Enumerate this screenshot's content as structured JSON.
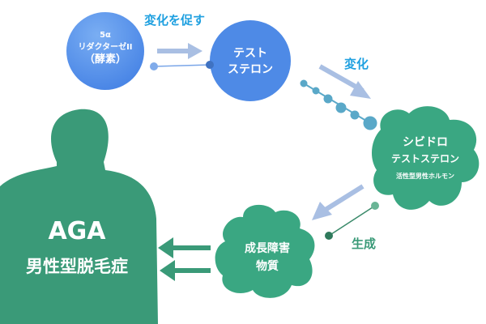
{
  "enzyme": {
    "line1": "5α",
    "line2": "リダクターゼII",
    "line3": "（酵素）"
  },
  "testosterone": {
    "line1": "テスト",
    "line2": "ステロン"
  },
  "dht": {
    "line1": "シビドロ",
    "line2": "テストステロン",
    "line3": "活性型男性ホルモン"
  },
  "inhibitor": {
    "line1": "成長障害",
    "line2": "物質"
  },
  "labels": {
    "promote": "変化を促す",
    "change": "変化",
    "produce": "生成"
  },
  "aga": {
    "title": "AGA",
    "subtitle": "男性型脱毛症"
  },
  "colors": {
    "blue": "#4f8ee8",
    "green": "#3aa782",
    "arrow": "#a9bfe3",
    "label_blue": "#1fa0e0"
  }
}
